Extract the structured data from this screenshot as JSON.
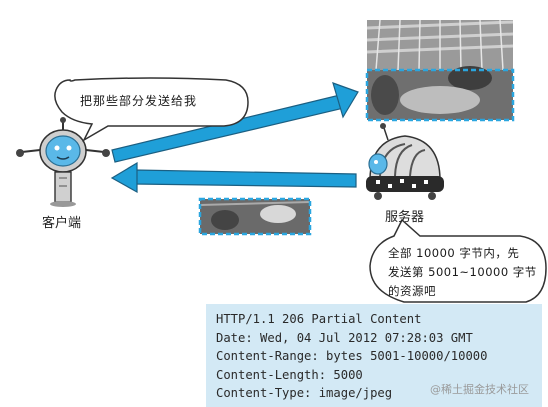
{
  "client": {
    "label": "客户端",
    "speech": "把那些部分发送给我"
  },
  "server": {
    "label": "服务器",
    "speech_line1": "全部 10000 字节内，先",
    "speech_line2": "发送第 5001~10000 字节",
    "speech_line3": "的资源吧"
  },
  "response": {
    "lines": [
      "HTTP/1.1 206 Partial Content",
      "Date: Wed, 04 Jul 2012 07:28:03 GMT",
      "Content-Range: bytes 5001-10000/10000",
      "Content-Length: 5000",
      "Content-Type: image/jpeg"
    ]
  },
  "watermark": "@稀土掘金技术社区",
  "colors": {
    "arrow": "#1f9fd8",
    "dashed": "#2aa6df",
    "panel": "#d3e9f5",
    "robot": "#5ab8e8"
  }
}
